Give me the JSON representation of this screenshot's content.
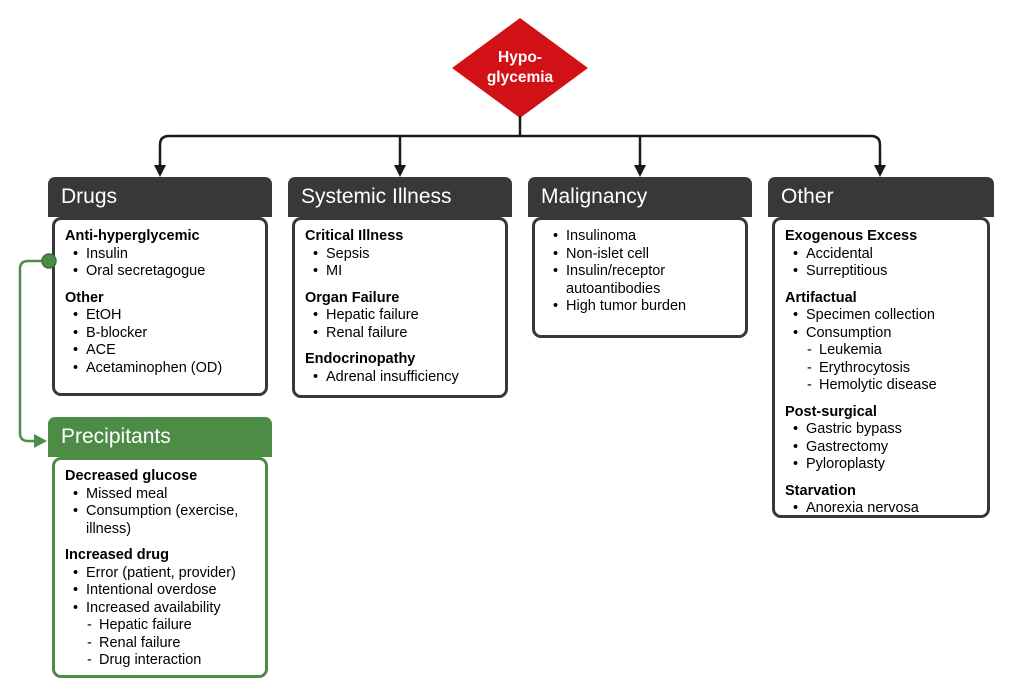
{
  "colors": {
    "red": "#d11116",
    "dark": "#383838",
    "green": "#4d8c47",
    "greendark": "#3e7239",
    "line": "#1a1a1a"
  },
  "root": {
    "line1": "Hypo-",
    "line2": "glycemia"
  },
  "boxes": [
    {
      "id": "drugs",
      "title": "Drugs",
      "sections": [
        {
          "heading": "Anti-hyperglycemic",
          "items": [
            {
              "t": "Insulin",
              "lv": 1
            },
            {
              "t": "Oral secretagogue",
              "lv": 1
            }
          ]
        },
        {
          "heading": "Other",
          "items": [
            {
              "t": "EtOH",
              "lv": 1
            },
            {
              "t": "B-blocker",
              "lv": 1
            },
            {
              "t": "ACE",
              "lv": 1
            },
            {
              "t": "Acetaminophen (OD)",
              "lv": 1
            }
          ]
        }
      ]
    },
    {
      "id": "systemic-illness",
      "title": "Systemic Illness",
      "sections": [
        {
          "heading": "Critical Illness",
          "items": [
            {
              "t": "Sepsis",
              "lv": 1
            },
            {
              "t": "MI",
              "lv": 1
            }
          ]
        },
        {
          "heading": "Organ Failure",
          "items": [
            {
              "t": "Hepatic failure",
              "lv": 1
            },
            {
              "t": "Renal failure",
              "lv": 1
            }
          ]
        },
        {
          "heading": "Endocrinopathy",
          "items": [
            {
              "t": "Adrenal insufficiency",
              "lv": 1
            }
          ]
        }
      ]
    },
    {
      "id": "malignancy",
      "title": "Malignancy",
      "sections": [
        {
          "heading": "",
          "items": [
            {
              "t": "Insulinoma",
              "lv": 1
            },
            {
              "t": "Non-islet cell",
              "lv": 1
            },
            {
              "t": "Insulin/receptor autoantibodies",
              "lv": 1
            },
            {
              "t": "High tumor burden",
              "lv": 1
            }
          ]
        }
      ]
    },
    {
      "id": "other",
      "title": "Other",
      "sections": [
        {
          "heading": "Exogenous Excess",
          "items": [
            {
              "t": "Accidental",
              "lv": 1
            },
            {
              "t": "Surreptitious",
              "lv": 1
            }
          ]
        },
        {
          "heading": "Artifactual",
          "items": [
            {
              "t": "Specimen collection",
              "lv": 1
            },
            {
              "t": "Consumption",
              "lv": 1
            },
            {
              "t": "Leukemia",
              "lv": 2
            },
            {
              "t": "Erythrocytosis",
              "lv": 2
            },
            {
              "t": "Hemolytic disease",
              "lv": 2
            }
          ]
        },
        {
          "heading": "Post-surgical",
          "items": [
            {
              "t": "Gastric bypass",
              "lv": 1
            },
            {
              "t": "Gastrectomy",
              "lv": 1
            },
            {
              "t": "Pyloroplasty",
              "lv": 1
            }
          ]
        },
        {
          "heading": "Starvation",
          "items": [
            {
              "t": "Anorexia nervosa",
              "lv": 1
            }
          ]
        }
      ]
    },
    {
      "id": "precipitants",
      "title": "Precipitants",
      "sections": [
        {
          "heading": "Decreased glucose",
          "items": [
            {
              "t": "Missed meal",
              "lv": 1
            },
            {
              "t": "Consumption (exercise, illness)",
              "lv": 1
            }
          ]
        },
        {
          "heading": "Increased drug",
          "items": [
            {
              "t": "Error (patient, provider)",
              "lv": 1
            },
            {
              "t": "Intentional overdose",
              "lv": 1
            },
            {
              "t": "Increased availability",
              "lv": 1
            },
            {
              "t": "Hepatic failure",
              "lv": 2
            },
            {
              "t": "Renal failure",
              "lv": 2
            },
            {
              "t": "Drug interaction",
              "lv": 2
            }
          ]
        }
      ]
    }
  ]
}
